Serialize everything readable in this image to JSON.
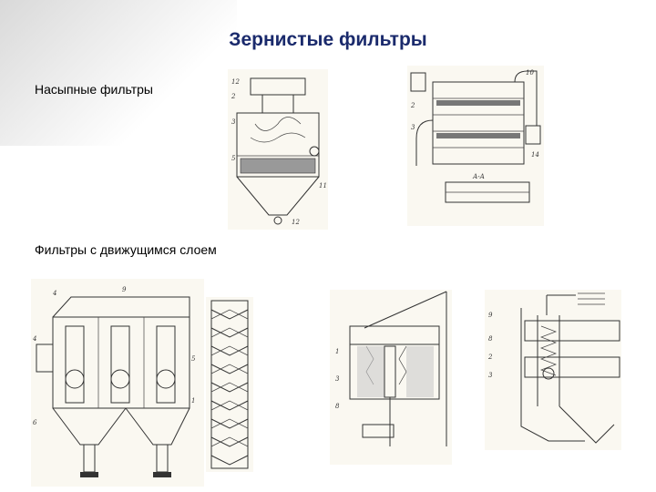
{
  "title": "Зернистые фильтры",
  "sections": {
    "bulk": "Насыпные фильтры",
    "moving": "Фильтры с движущимся слоем"
  },
  "colors": {
    "title": "#1a2a6c",
    "paper": "#faf8f1",
    "ink": "#333333"
  }
}
